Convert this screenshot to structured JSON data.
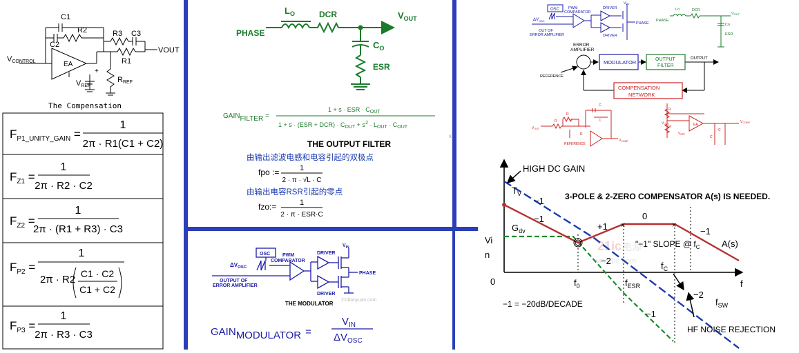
{
  "compensation": {
    "labels": {
      "c1": "C1",
      "c2": "C2",
      "r2": "R2",
      "r3": "R3",
      "c3": "C3",
      "r1": "R1",
      "rref": "R",
      "rref_sub": "REF",
      "vref": "V",
      "vref_sub": "REF",
      "vcontrol": "V",
      "vcontrol_sub": "CONTROL",
      "vout": "VOUT",
      "ea": "EA",
      "plus": "+",
      "minus": "−"
    },
    "caption": "The Compensation",
    "formulas": [
      {
        "lhs": "F",
        "sub": "P1_UNITY_GAIN",
        "num": "1",
        "den": "2π · R1(C1 + C2)"
      },
      {
        "lhs": "F",
        "sub": "Z1",
        "num": "1",
        "den": "2π · R2 · C2"
      },
      {
        "lhs": "F",
        "sub": "Z2",
        "num": "1",
        "den": "2π · (R1 + R3) · C3"
      },
      {
        "lhs": "F",
        "sub": "P2",
        "num": "1",
        "den_pre": "2π · R2",
        "inner_num": "C1 · C2",
        "inner_den": "C1 + C2"
      },
      {
        "lhs": "F",
        "sub": "P3",
        "num": "1",
        "den": "2π · R3 · C3"
      }
    ]
  },
  "filter": {
    "phase": "PHASE",
    "lo": "L",
    "lo_sub": "O",
    "dcr": "DCR",
    "vout": "V",
    "vout_sub": "OUT",
    "co": "C",
    "co_sub": "O",
    "esr": "ESR",
    "gain_label": "GAIN",
    "gain_sub": "FILTER",
    "eq": "=",
    "gain_num": "1 + s · ESR · C",
    "gain_num_sub": "OUT",
    "gain_den_a": "1 + s · (ESR + DCR) · C",
    "gain_den_a_sub": "OUT",
    "gain_den_b": " + s",
    "gain_den_sup": "2",
    "gain_den_c": " · L",
    "gain_den_c_sub": "OUT",
    "gain_den_d": " · C",
    "gain_den_d_sub": "OUT",
    "title": "THE OUTPUT FILTER",
    "note_poles": "由输出滤波电感和电容引起的双极点",
    "fpo_lhs": "fpo :=",
    "fpo_num": "1",
    "fpo_den": "2 · π · √L · C",
    "note_zero": "由输出电容RSR引起的零点",
    "fzo_lhs": "fzo:=",
    "fzo_num": "1",
    "fzo_den": "2 · π · ESR·C",
    "mark": "x"
  },
  "modulator": {
    "osc": "OSC",
    "pwm": "PWM",
    "comparator": "COMPARATOR",
    "dv": "ΔV",
    "dv_sub": "OSC",
    "out_of": "OUTPUT OF",
    "error_amp": "ERROR AMPLIFIER",
    "driver1": "DRIVER",
    "driver2": "DRIVER",
    "vin": "V",
    "vin_sub": "IN",
    "phase": "PHASE",
    "title": "THE MODULATOR",
    "gain_label": "GAIN",
    "gain_sub": "MODULATOR",
    "eq": "=",
    "num": "V",
    "num_sub": "IN",
    "den": "ΔV",
    "den_sub": "OSC",
    "watermark": "21dianyuan.com"
  },
  "block": {
    "osc": "OSC",
    "pwm": "PWM",
    "comparator": "COMPARATOR",
    "dv": "ΔV",
    "dv_sub": "OSC",
    "out_of": "OUT OF",
    "error_amp": "ERROR AMPLIFIER",
    "driver1": "DRIVER",
    "driver2": "DRIVER",
    "vin": "V",
    "vin_sub": "IN",
    "phase": "PHASE",
    "f_phase": "PHASE",
    "f_lo": "Lo",
    "f_dcr": "DCR",
    "f_vout": "V",
    "f_vout_sub": "OUT",
    "f_co": "Co",
    "f_esr": "ESR",
    "ea_label1": "ERROR",
    "ea_label2": "AMPLIFIER",
    "reference": "REFERENCE",
    "modulator": "MODULATOR",
    "output_filter1": "OUTPUT",
    "output_filter2": "FILTER",
    "output": "OUTPUT",
    "comp1": "COMPENSATION",
    "comp2": "NETWORK",
    "r_vout": "V",
    "r_vout_sub": "OUT",
    "r_ref": "REFERENCE",
    "r_vcomp": "V",
    "r_vcomp_sub": "COMP",
    "r_r1": "R",
    "r_r2": "R",
    "r_r3": "R",
    "r_c1": "C",
    "r_c2": "C",
    "r_c3": "C",
    "r2_vout": "V",
    "r2_vout_sub": "OUT",
    "r2_vref": "V",
    "r2_vref_sub": "REF",
    "r2_vcomp": "V",
    "r2_vcomp_sub": "COMP",
    "r2_r1": "R",
    "r2_r2": "R",
    "r2_c1": "C",
    "r2_c2": "C",
    "r2_ea": "EA"
  },
  "bode": {
    "high_dc_gain": "HIGH DC GAIN",
    "tv": "T",
    "tv_sub": "V",
    "title": "3-POLE & 2-ZERO COMPENSATOR A(s) IS NEEDED.",
    "minus1_a": "−1",
    "minus1_b": "−1",
    "gdv": "G",
    "gdv_sub": "dv",
    "plus1": "+1",
    "zero": "0",
    "minus1_c": "−1",
    "vin": "Vi",
    "vin2": "n",
    "slope": "\"−1\" SLOPE @ f",
    "slope_sub": "C",
    "as": "A(s)",
    "minus2_a": "−2",
    "fc": "f",
    "fc_sub": "C",
    "origin": "0",
    "f0": "f",
    "f0_sub": "0",
    "fesr": "f",
    "fesr_sub": "ESR",
    "f": "f",
    "minus2_b": "−2",
    "fsw": "f",
    "fsw_sub": "SW",
    "minus1_d": "−1",
    "decade": "−1 = −20dB/DECADE",
    "hf": "HF NOISE REJECTION",
    "wm1": "21ic",
    "wm2": "电源",
    "wm3": "we.21ic.com"
  }
}
